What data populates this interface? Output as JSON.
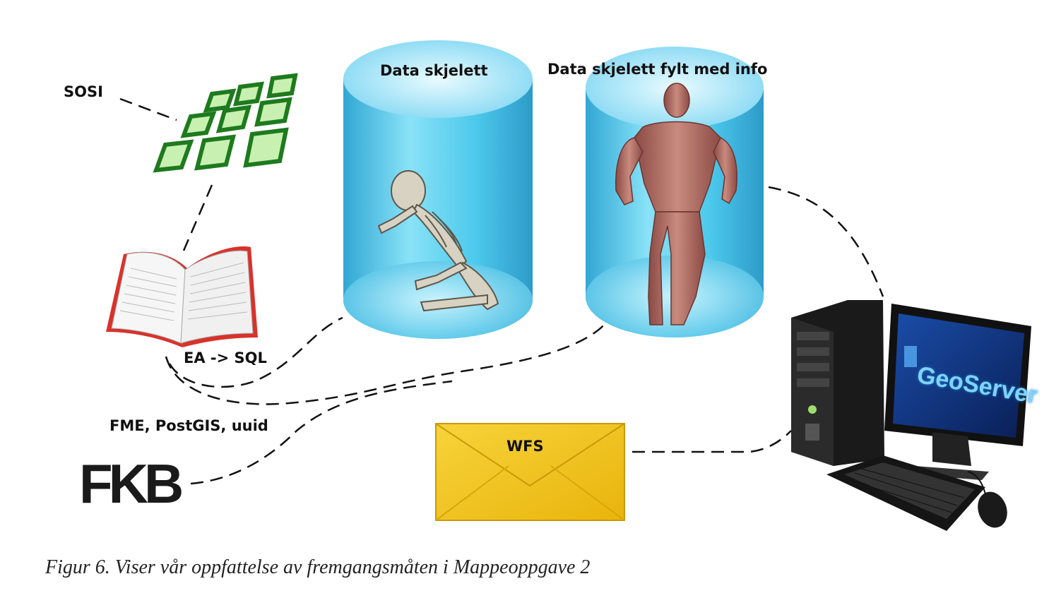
{
  "labels": {
    "sosi": "SOSI",
    "skeleton_db": "Data skjelett",
    "filled_db": "Data skjelett fylt med info",
    "ea_sql": "EA -> SQL",
    "fme": "FME, PostGIS, uuid",
    "wfs": "WFS",
    "fkb": "FKB",
    "geoserver": "GeoServer"
  },
  "caption": "Figur 6. Viser vår oppfattelse av fremgangsmåten i Mappeoppgave 2",
  "icons": {
    "sosi": "green-grid-icon",
    "book": "open-book-icon",
    "skeleton_db": "database-cylinder-skeleton",
    "filled_db": "database-cylinder-muscle-figure",
    "envelope": "envelope-icon",
    "computer": "desktop-computer-icon"
  },
  "colors": {
    "cylinder": "#2ab4dc",
    "grid": "#1e8a1e",
    "envelope": "#f2c21c",
    "book_cover": "#d8322a"
  }
}
